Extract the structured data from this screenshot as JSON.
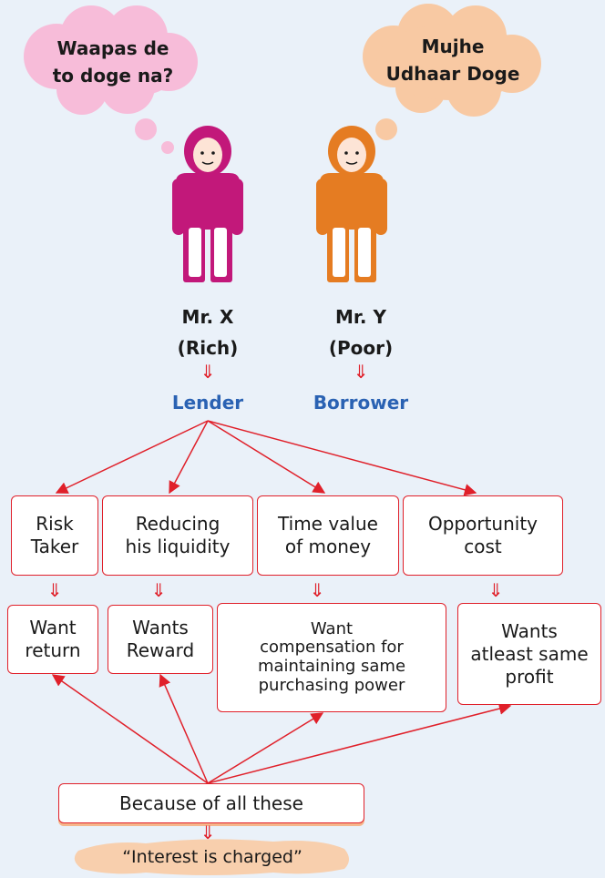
{
  "thought_bubbles": {
    "lender_thought": "Waapas de\nto doge na?",
    "borrower_thought": "Mujhe\nUdhaar Doge"
  },
  "people": {
    "lender": {
      "name": "Mr. X",
      "status": "(Rich)",
      "role": "Lender",
      "color": "#c2187a"
    },
    "borrower": {
      "name": "Mr. Y",
      "status": "(Poor)",
      "role": "Borrower",
      "color": "#e57c22"
    }
  },
  "arrow_symbol": "⇓",
  "factors": [
    {
      "label": "Risk\nTaker",
      "result": "Want\nreturn"
    },
    {
      "label": "Reducing\nhis liquidity",
      "result": "Wants\nReward"
    },
    {
      "label": "Time value\nof money",
      "result": "Want\ncompensation for\nmaintaining same\npurchasing power"
    },
    {
      "label": "Opportunity\ncost",
      "result": "Wants\natleast same\nprofit"
    }
  ],
  "summary": "Because of all these",
  "conclusion": "“Interest is charged”",
  "colors": {
    "background": "#eaf1f9",
    "arrow_red": "#e0202a",
    "role_blue": "#2a62b3",
    "lender_bubble": "#f7bcd9",
    "borrower_bubble": "#f8c9a3",
    "conclusion_fill": "#f8cfad"
  }
}
